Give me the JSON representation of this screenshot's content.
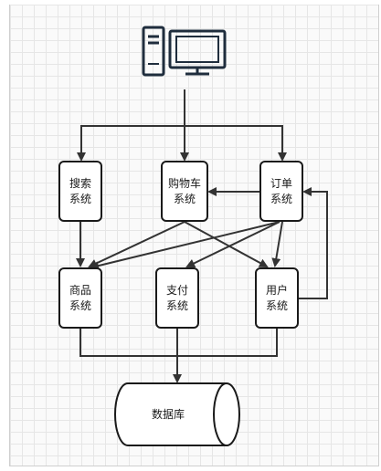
{
  "diagram": {
    "nodes": {
      "search": {
        "label": "搜索系统"
      },
      "cart": {
        "label": "购物车系统"
      },
      "order": {
        "label": "订单系统"
      },
      "product": {
        "label": "商品系统"
      },
      "pay": {
        "label": "支付系统"
      },
      "user": {
        "label": "用户系统"
      },
      "database": {
        "label": "数据库"
      }
    },
    "icons": {
      "client": "desktop-computer-icon"
    },
    "colors": {
      "stroke": "#1a1a1a",
      "icon": "#1f2d3d",
      "grid": "#e6e6e6"
    }
  }
}
